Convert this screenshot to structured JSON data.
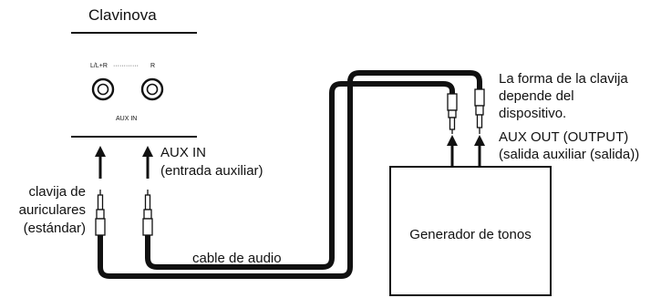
{
  "device": {
    "name": "Clavinova",
    "jack_left_label": "L/L+R",
    "jack_dots": "············",
    "jack_right_label": "R",
    "panel_label": "AUX IN"
  },
  "labels": {
    "aux_in": "AUX IN",
    "aux_in_sub": "(entrada auxiliar)",
    "plug_type_line1": "clavija de",
    "plug_type_line2": "auriculares",
    "plug_type_line3": "(estándar)",
    "cable": "cable de audio",
    "plug_note_line1": "La forma de la clavija",
    "plug_note_line2": "depende del",
    "plug_note_line3": "dispositivo.",
    "aux_out": "AUX OUT (OUTPUT)",
    "aux_out_sub": "(salida auxiliar (salida))"
  },
  "generator": {
    "name": "Generador de tonos"
  }
}
